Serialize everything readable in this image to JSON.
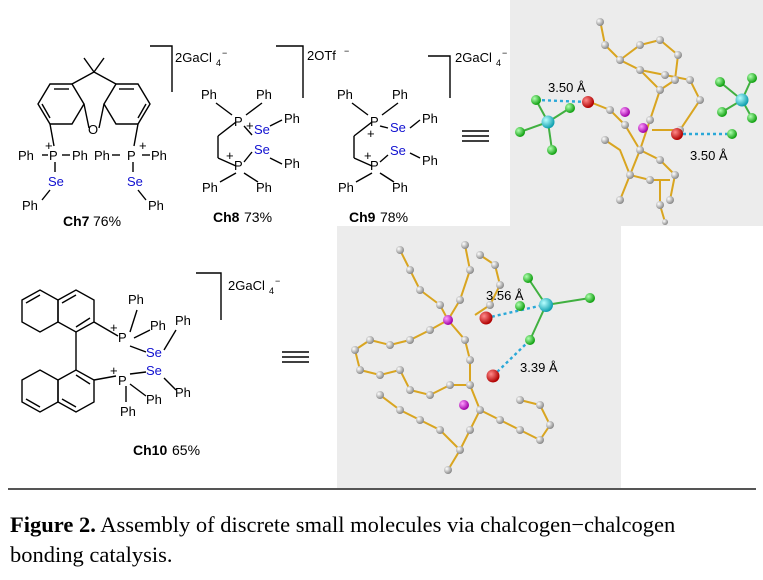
{
  "figure": {
    "compounds": [
      {
        "id": "Ch7",
        "yield": "76%",
        "counterion": "2GaCl",
        "sub": "4",
        "sup": "−"
      },
      {
        "id": "Ch8",
        "yield": "73%",
        "counterion": "2OTf",
        "sup": "−"
      },
      {
        "id": "Ch9",
        "yield": "78%",
        "counterion": "2GaCl",
        "sub": "4",
        "sup": "−"
      },
      {
        "id": "Ch10",
        "yield": "65%",
        "counterion": "2GaCl",
        "sub": "4",
        "sup": "−"
      }
    ],
    "atoms": {
      "ph": "Ph",
      "p": "P",
      "se": "Se",
      "o": "O",
      "plus": "+"
    },
    "distances": {
      "d1": "3.50 Å",
      "d2": "3.50 Å",
      "d3": "3.56 Å",
      "d4": "3.39 Å"
    },
    "colors": {
      "selenium_label": "#1010d0",
      "se_atom": "#e01010",
      "p_atom": "#d020d0",
      "ga_atom": "#20c8d8",
      "cl_atom": "#30d030",
      "contact": "#2aa8d8"
    }
  },
  "caption": {
    "label": "Figure 2.",
    "text": " Assembly of discrete small molecules via chalcogen−chalcogen bonding catalysis."
  }
}
